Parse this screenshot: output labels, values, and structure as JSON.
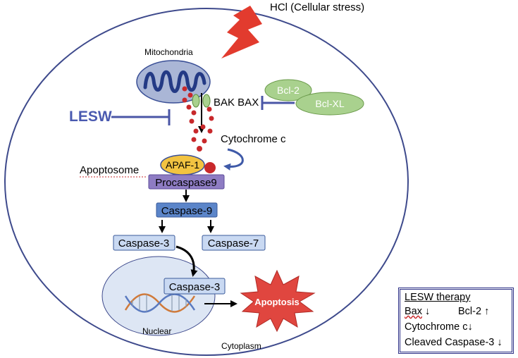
{
  "labels": {
    "stress": "HCl (Cellular stress)",
    "mitochondria": "Mitochondria",
    "bak_bax": "BAK BAX",
    "bcl2": "Bcl-2",
    "bclxl": "Bcl-XL",
    "lesw": "LESW",
    "cytochrome": "Cytochrome c",
    "apoptosome": "Apoptosome",
    "apaf1": "APAF-1",
    "procaspase9": "Procaspase9",
    "caspase9": "Caspase-9",
    "caspase3": "Caspase-3",
    "caspase7": "Caspase-7",
    "caspase3_nuclear": "Caspase-3",
    "apoptosis": "Apoptosis",
    "nuclear": "Nuclear",
    "cytoplasm": "Cytoplasm"
  },
  "legend": {
    "title": "LESW therapy",
    "bax": "Bax",
    "bcl2": "Bcl-2",
    "cytochrome": "Cytochrome c",
    "cleaved": "Cleaved Caspase-3"
  },
  "colors": {
    "cell_outline": "#3e4a8c",
    "inhibit_bar": "#4a56a6",
    "lesw_text": "#4a5ab0",
    "bcl_fill": "#a9d18e",
    "apaf_fill": "#f2c341",
    "procaspase_fill": "#8e7cc3",
    "caspase9_fill": "#5b85c9",
    "caspase_light_fill": "#c9d9f2",
    "apoptosis_fill": "#e0463f",
    "lightning": "#e23b2e",
    "cyto_dot": "#c8282b"
  }
}
